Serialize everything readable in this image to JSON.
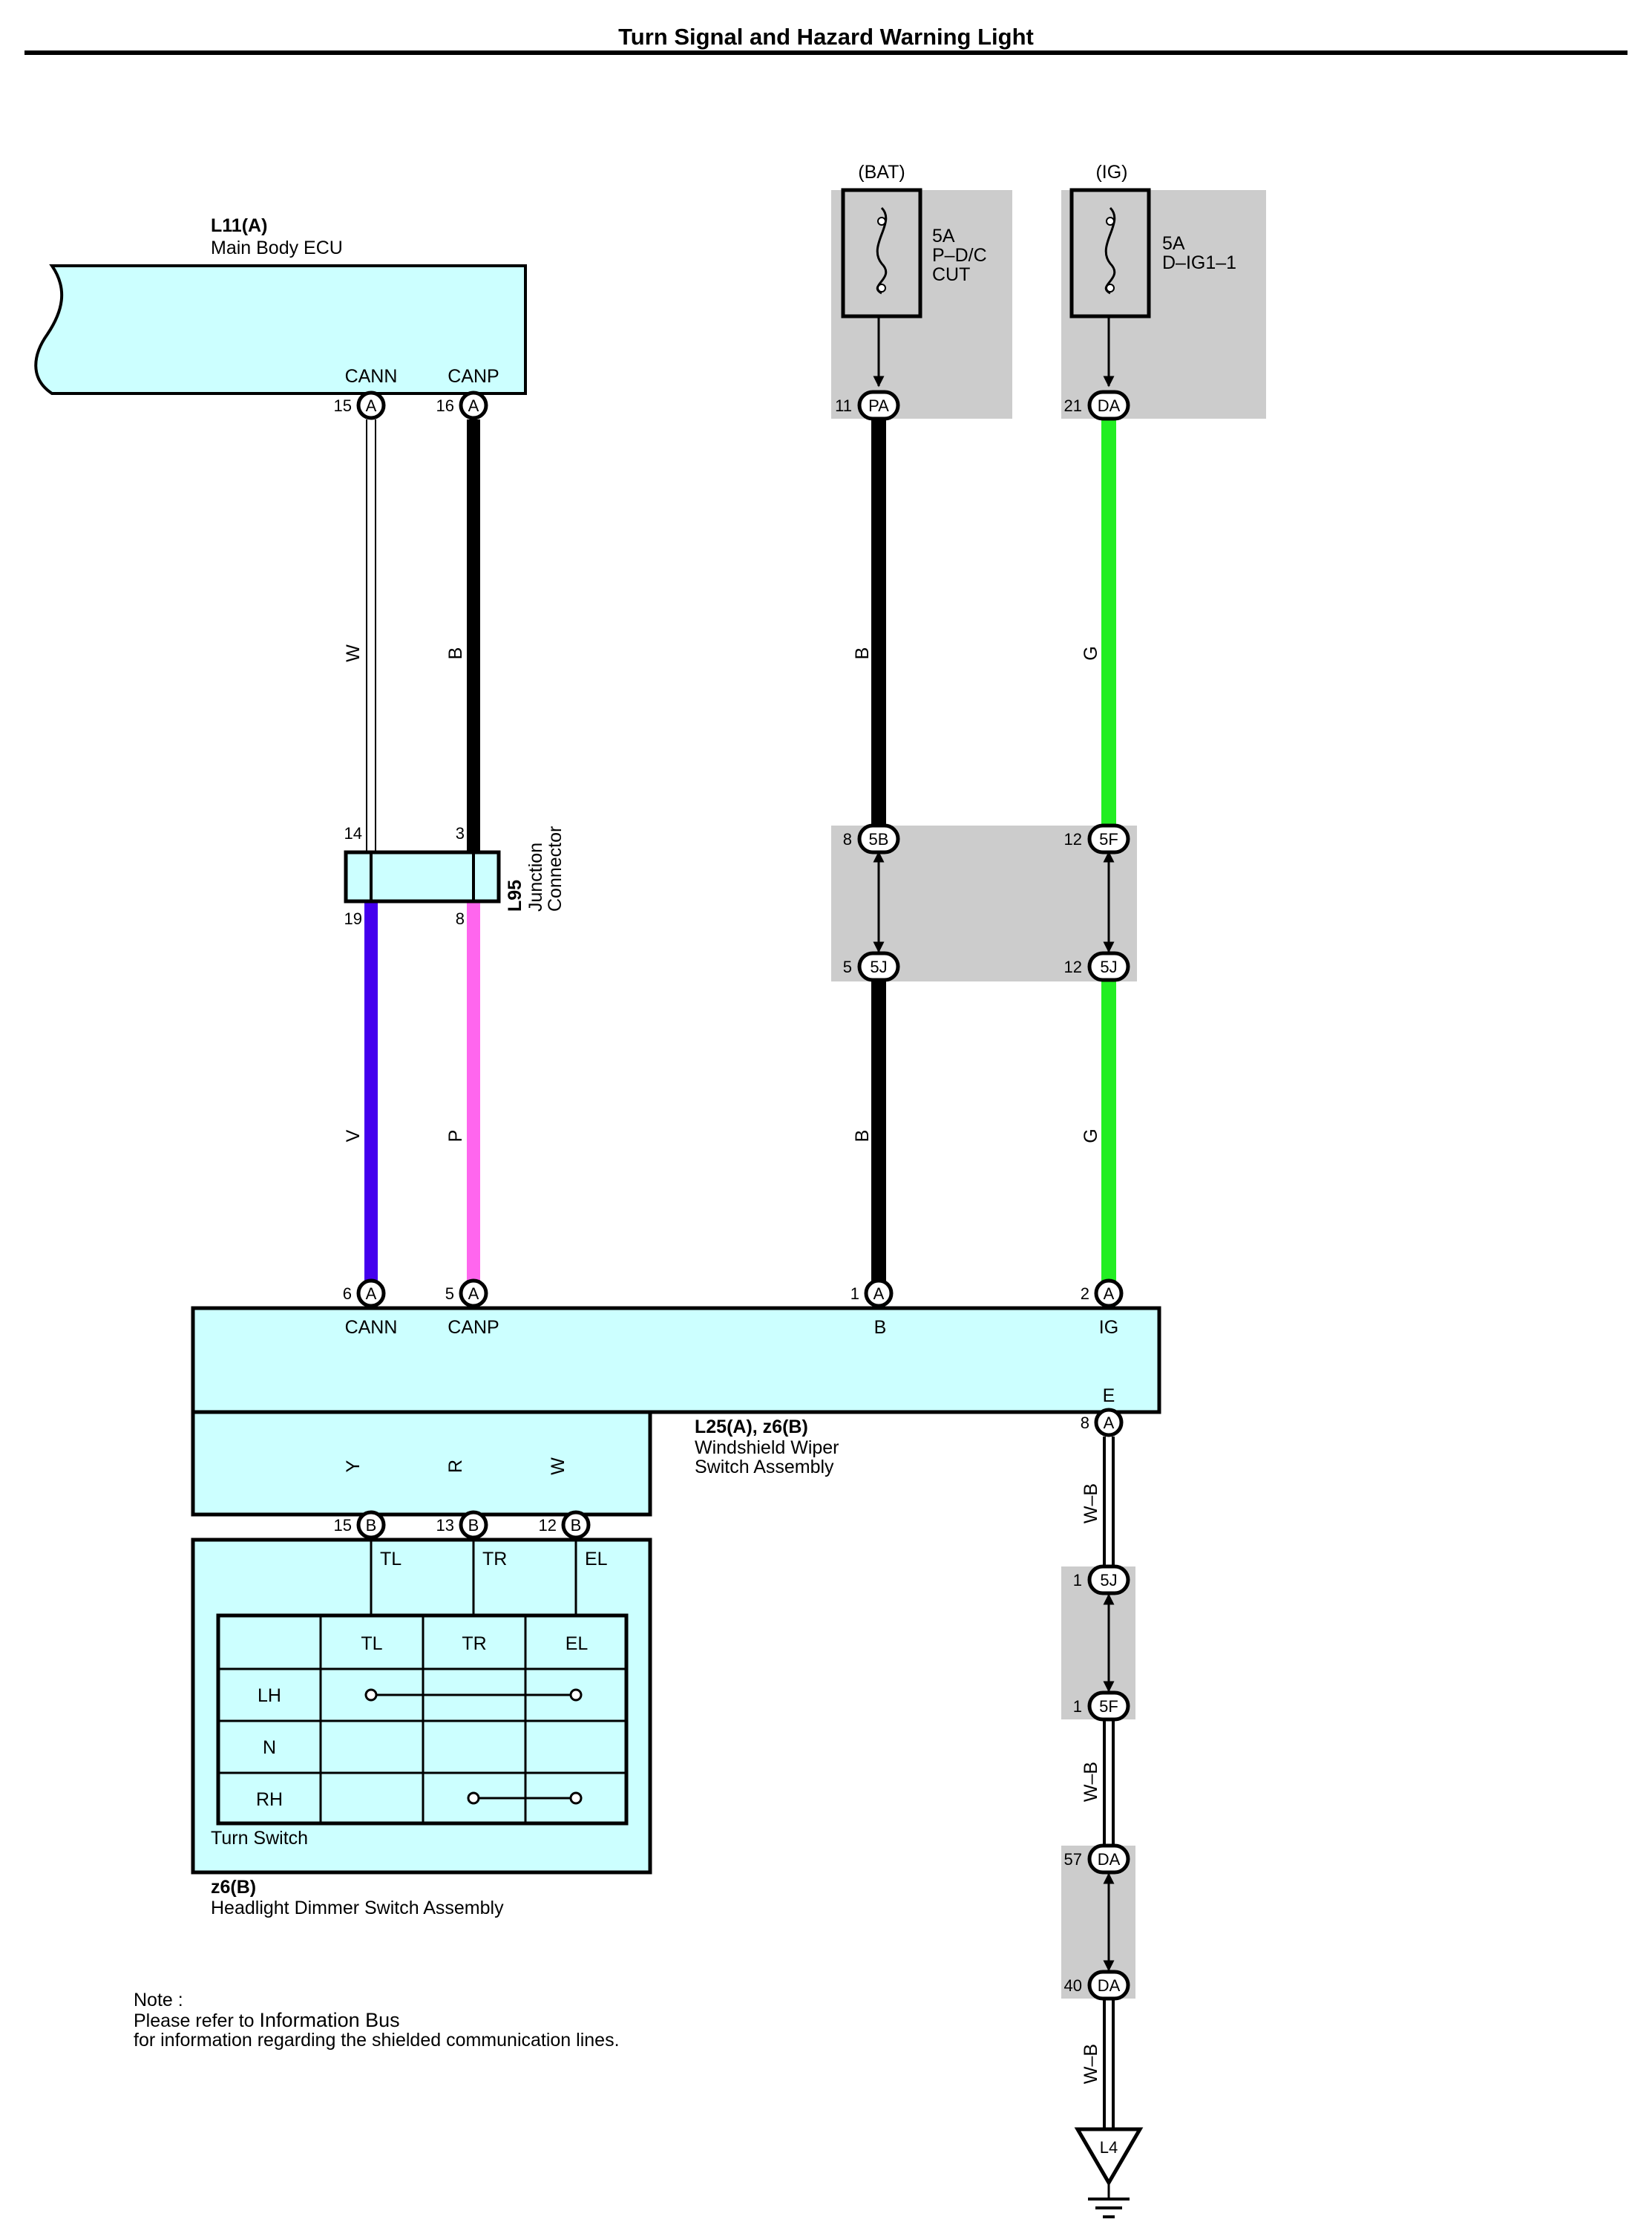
{
  "title": "Turn Signal and Hazard Warning Light",
  "colors": {
    "white": "#ffffff",
    "black": "#000000",
    "green": "#22ee22",
    "violet": "#4400ee",
    "pink": "#ff66ee",
    "yellow": "#ffee00",
    "red": "#ee1111",
    "component_fill": "#ccffff",
    "shade": "#cccccc"
  },
  "components": {
    "ecu": {
      "code": "L11(A)",
      "name": "Main Body ECU",
      "terminals": [
        {
          "label": "CANN",
          "pin": "15",
          "conn": "A"
        },
        {
          "label": "CANP",
          "pin": "16",
          "conn": "A"
        }
      ]
    },
    "junction": {
      "code": "L95",
      "name_line1": "Junction",
      "name_line2": "Connector",
      "pins": {
        "top_left": "14",
        "top_right": "3",
        "bottom_left": "19",
        "bottom_right": "8"
      }
    },
    "wiper_switch": {
      "code": "L25(A), z6(B)",
      "name_line1": "Windshield Wiper",
      "name_line2": "Switch Assembly",
      "top_terminals": [
        {
          "label": "CANN",
          "pin": "6",
          "conn": "A"
        },
        {
          "label": "CANP",
          "pin": "5",
          "conn": "A"
        },
        {
          "label": "B",
          "pin": "1",
          "conn": "A"
        },
        {
          "label": "IG",
          "pin": "2",
          "conn": "A"
        }
      ],
      "ground_terminal": {
        "label": "E",
        "pin": "8",
        "conn": "A"
      },
      "bottom_terminals": [
        {
          "pin": "15",
          "conn": "B"
        },
        {
          "pin": "13",
          "conn": "B"
        },
        {
          "pin": "12",
          "conn": "B"
        }
      ]
    },
    "turn_switch": {
      "name": "Turn Switch",
      "terminal_labels": [
        "TL",
        "TR",
        "EL"
      ],
      "table": {
        "columns": [
          "TL",
          "TR",
          "EL"
        ],
        "rows": [
          "LH",
          "N",
          "RH"
        ]
      }
    },
    "dimmer": {
      "code": "z6(B)",
      "name": "Headlight Dimmer Switch Assembly"
    }
  },
  "fuses": [
    {
      "source": "(BAT)",
      "amp": "5A",
      "name_line1": "P–D/C",
      "name_line2": "CUT",
      "pin": "11",
      "conn": "PA"
    },
    {
      "source": "(IG)",
      "amp": "5A",
      "name_line1": "D–IG1–1",
      "name_line2": "",
      "pin": "21",
      "conn": "DA"
    }
  ],
  "connectors": {
    "b_upper": {
      "pin": "8",
      "conn": "5B"
    },
    "b_lower": {
      "pin": "5",
      "conn": "5J"
    },
    "g_upper": {
      "pin": "12",
      "conn": "5F"
    },
    "g_lower": {
      "pin": "12",
      "conn": "5J"
    },
    "gnd_1": {
      "pin": "1",
      "conn": "5J"
    },
    "gnd_2": {
      "pin": "1",
      "conn": "5F"
    },
    "gnd_3": {
      "pin": "57",
      "conn": "DA"
    },
    "gnd_4": {
      "pin": "40",
      "conn": "DA"
    }
  },
  "wires": {
    "w": "W",
    "b_can": "B",
    "v": "V",
    "p": "P",
    "b_power_top": "B",
    "b_power_bottom": "B",
    "g_top": "G",
    "g_bottom": "G",
    "y": "Y",
    "r": "R",
    "w_el": "W",
    "wb_1": "W–B",
    "wb_2": "W–B",
    "wb_3": "W–B"
  },
  "ground": {
    "label": "L4"
  },
  "note": {
    "line1": "Note :",
    "line2_prefix": "Please refer to ",
    "line2_link": "Information Bus",
    "line3": "for information regarding the shielded communication lines."
  }
}
